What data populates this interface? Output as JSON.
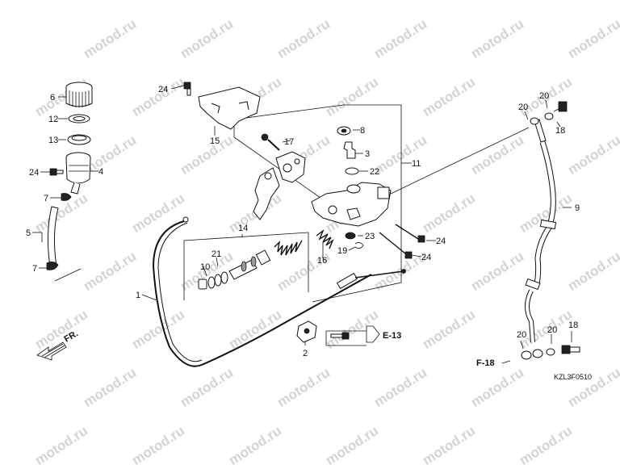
{
  "watermark": "motod.ru",
  "diagram_code": "KZL3F0510",
  "fr_label": "FR.",
  "refs": {
    "e13": "E-13",
    "f18": "F-18"
  },
  "labels": {
    "p1": "1",
    "p2": "2",
    "p3": "3",
    "p4": "4",
    "p5": "5",
    "p6": "6",
    "p7a": "7",
    "p7b": "7",
    "p8": "8",
    "p9": "9",
    "p10": "10",
    "p11": "11",
    "p12": "12",
    "p13": "13",
    "p14": "14",
    "p15": "15",
    "p16": "16",
    "p17": "17",
    "p18a": "18",
    "p18b": "18",
    "p19": "19",
    "p20a": "20",
    "p20b": "20",
    "p20c": "20",
    "p20d": "20",
    "p21": "21",
    "p22": "22",
    "p23": "23",
    "p24a": "24",
    "p24b": "24",
    "p24c": "24",
    "p24d": "24"
  }
}
